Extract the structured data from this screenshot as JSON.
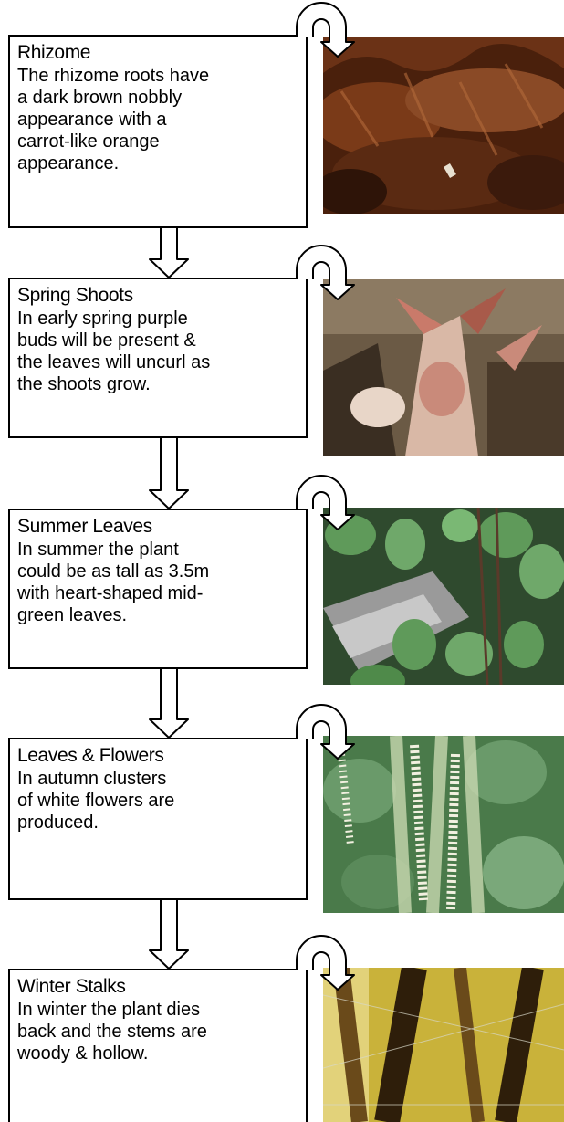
{
  "stages": [
    {
      "title": "Rhizome",
      "description": "The rhizome roots have\na dark brown nobbly\nappearance with a\ncarrot-like orange\nappearance.",
      "photo": "rhizome-photo",
      "palette": [
        "#5a2a12",
        "#8a4a26",
        "#b36a3a",
        "#3b1a0c"
      ]
    },
    {
      "title": "Spring Shoots",
      "description": "In early spring purple\nbuds will be present &\nthe leaves will uncurl as\nthe shoots grow.",
      "photo": "spring-shoots-photo",
      "palette": [
        "#c98a7a",
        "#e8d6c8",
        "#7a5a3a",
        "#a85a4a"
      ]
    },
    {
      "title": "Summer Leaves",
      "description": "In summer the plant\ncould be as tall as 3.5m\nwith heart-shaped mid-\ngreen leaves.",
      "photo": "summer-leaves-photo",
      "palette": [
        "#5f9a5a",
        "#3d6b3a",
        "#9a9a9a",
        "#2f4a2e"
      ]
    },
    {
      "title": "Leaves & Flowers",
      "description": "In autumn clusters\nof white flowers are\nproduced.",
      "photo": "leaves-flowers-photo",
      "palette": [
        "#6a9a6a",
        "#f2f0e0",
        "#4a7a4a",
        "#c8d8b0"
      ]
    },
    {
      "title": "Winter Stalks",
      "description": "In winter the plant dies\nback and the stems are\nwoody & hollow.",
      "photo": "winter-stalks-photo",
      "palette": [
        "#c9b23a",
        "#6a4a1a",
        "#2e1e0a",
        "#e2d27a"
      ]
    }
  ]
}
